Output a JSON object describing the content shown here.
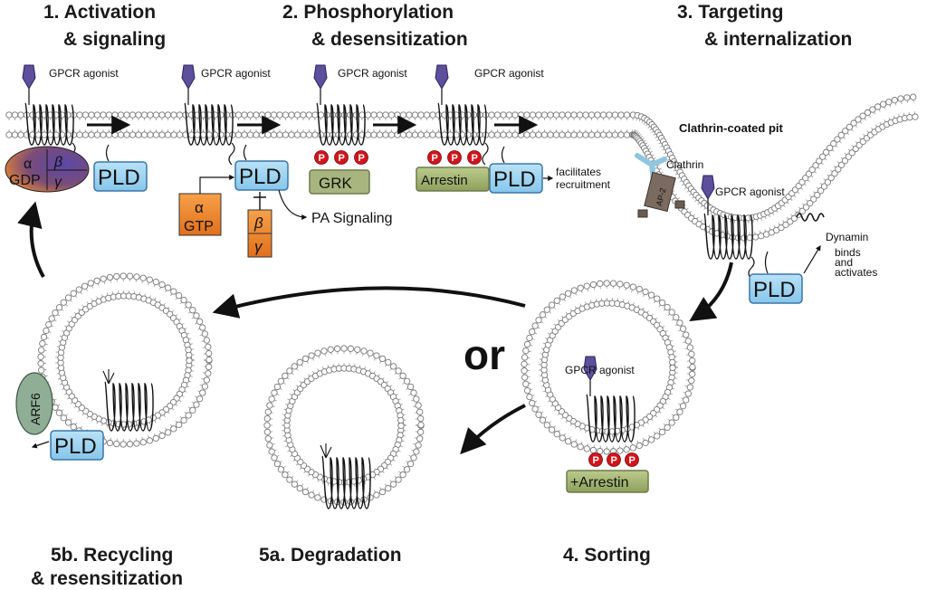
{
  "steps": {
    "s1_l1": "1. Activation",
    "s1_l2": "& signaling",
    "s2_l1": "2. Phosphorylation",
    "s2_l2": "& desensitization",
    "s3_l1": "3. Targeting",
    "s3_l2": "& internalization",
    "s4": "4. Sorting",
    "s5a": "5a. Degradation",
    "s5b_l1": "5b. Recycling",
    "s5b_l2": "& resensitization"
  },
  "labels": {
    "agonist": "GPCR agonist",
    "pld": "PLD",
    "gdp": "GDP",
    "gtp": "GTP",
    "alpha": "α",
    "beta": "β",
    "gamma": "γ",
    "grk": "GRK",
    "arrestin": "Arrestin",
    "plus_arrestin": "+Arrestin",
    "p": "P",
    "pa_signaling": "PA Signaling",
    "facilitates_1": "facilitates",
    "facilitates_2": "recruitment",
    "clathrin_pit": "Clathrin-coated pit",
    "clathrin": "Clathrin",
    "ap2": "AP-2",
    "dynamin": "Dynamin",
    "binds_1": "binds",
    "binds_2": "and",
    "binds_3": "activates",
    "arf6": "ARF6",
    "or": "or"
  },
  "colors": {
    "pld_fill": "#9ed3f0",
    "galpha": "#f08a2c",
    "arrestin": "#9aae6a",
    "grk": "#a7b37c",
    "phospho": "#d4141c",
    "agonist": "#5e4f9c",
    "arf6": "#8fae95",
    "clathrin": "#8fc6e0",
    "ap2": "#7a6a5f"
  },
  "icons": [
    "agonist-pentagon-icon",
    "receptor-helix-icon",
    "phosphate-icon",
    "arrow-icon"
  ]
}
